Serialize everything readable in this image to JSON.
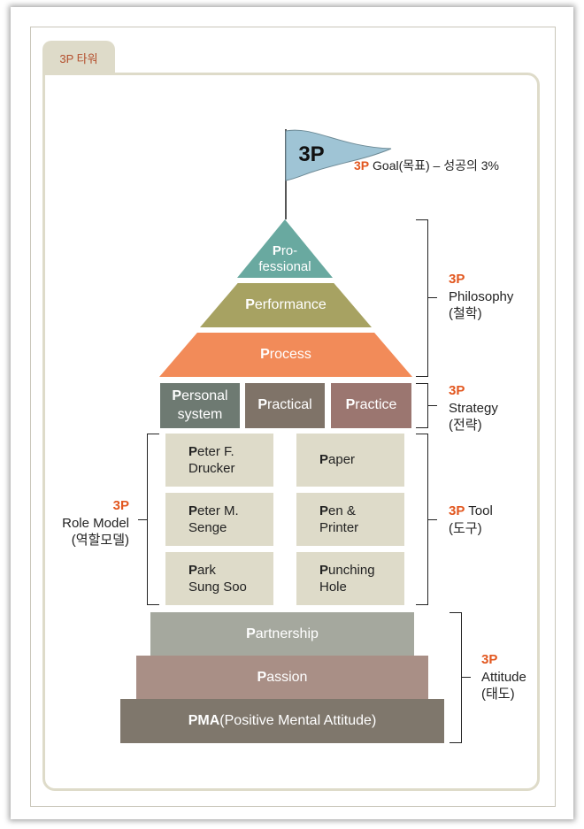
{
  "tab": {
    "label": "3P 타워"
  },
  "goal": {
    "flag_text": "3P",
    "accent": "3P",
    "text": "Goal(목표) – 성공의 3%"
  },
  "philosophy": {
    "layers": [
      {
        "initial": "P",
        "rest": "ro-",
        "line2": "fessional"
      },
      {
        "initial": "P",
        "rest": "erformance"
      },
      {
        "initial": "P",
        "rest": "rocess"
      }
    ],
    "label": {
      "accent": "3P",
      "line1": "Philosophy",
      "line2": "(철학)"
    }
  },
  "strategy": {
    "boxes": [
      {
        "initial": "P",
        "rest": "ersonal",
        "line2": "system"
      },
      {
        "initial": "P",
        "rest": "ractical"
      },
      {
        "initial": "P",
        "rest": "ractice"
      }
    ],
    "label": {
      "accent": "3P",
      "line1": "Strategy",
      "line2": "(전략)"
    }
  },
  "role_model": {
    "items": [
      {
        "initial": "P",
        "rest": "eter F.",
        "line2": "Drucker"
      },
      {
        "initial": "P",
        "rest": "eter M.",
        "line2": "Senge"
      },
      {
        "initial": "P",
        "rest": "ark",
        "line2": "Sung Soo"
      }
    ],
    "label": {
      "accent": "3P",
      "line1": "Role Model",
      "line2": "(역할모델)"
    }
  },
  "tool": {
    "items": [
      {
        "initial": "P",
        "rest": "aper"
      },
      {
        "initial": "P",
        "rest": "en &",
        "line2": "Printer"
      },
      {
        "initial": "P",
        "rest": "unching",
        "line2": "Hole"
      }
    ],
    "label": {
      "accent": "3P",
      "line1": " Tool",
      "line2": "(도구)"
    }
  },
  "attitude": {
    "bars": [
      {
        "initial": "P",
        "rest": "artnership"
      },
      {
        "initial": "P",
        "rest": "assion"
      },
      {
        "initial": "PMA",
        "rest": "(Positive Mental Attitude)"
      }
    ],
    "label": {
      "accent": "3P",
      "line1": "Attitude",
      "line2": "(태도)"
    }
  },
  "colors": {
    "professional": "#69a9a0",
    "performance": "#a7a262",
    "process": "#f28b59",
    "personal_system": "#6e7a72",
    "practical": "#7f7368",
    "practice": "#9b7670",
    "tool_box": "#dedbc9",
    "partnership": "#a5a89e",
    "passion": "#a98f86",
    "pma": "#7f776c",
    "flag": "#9fc4d5",
    "accent": "#e2571f"
  }
}
